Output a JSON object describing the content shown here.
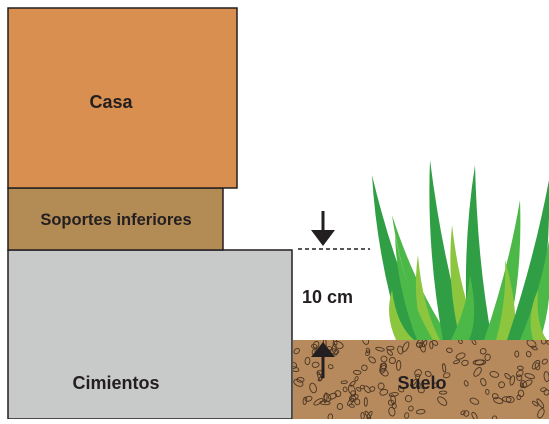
{
  "labels": {
    "house": "Casa",
    "sill": "Soportes inferiores",
    "foundation": "Cimientos",
    "soil": "Suelo",
    "clearance": "10 cm"
  },
  "colors": {
    "house": "#d98f4f",
    "sill": "#b38b55",
    "foundation": "#c8c9c9",
    "soil": "#b68a5c",
    "pebble": "#4a3524",
    "outline": "#231f20",
    "grass_dark": "#2f9e44",
    "grass_mid": "#4cb848",
    "grass_light": "#8cc63f"
  }
}
